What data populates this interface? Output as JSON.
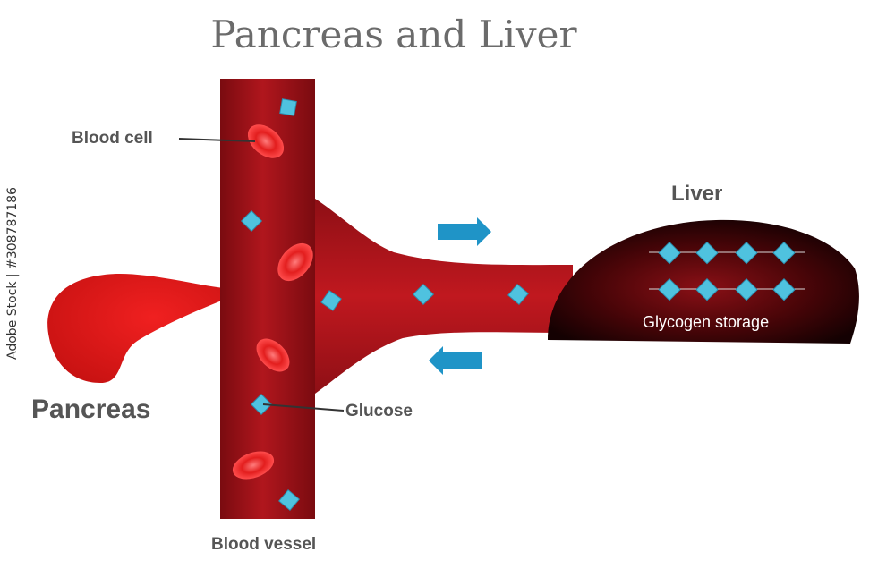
{
  "title": "Pancreas and Liver",
  "labels": {
    "blood_cell": "Blood cell",
    "glucose": "Glucose",
    "pancreas": "Pancreas",
    "blood_vessel": "Blood vessel",
    "liver": "Liver",
    "glycogen_storage": "Glycogen storage"
  },
  "watermark": "Adobe Stock | #308787186",
  "colors": {
    "vessel": "#a3121a",
    "vessel_dark": "#6e0b10",
    "pancreas": "#e01b1b",
    "liver_dark": "#1c0203",
    "liver_mid": "#7a0d12",
    "glucose": "#4fc2df",
    "arrow": "#1f94c7",
    "cell": "#ff3b3b"
  },
  "arrows": [
    {
      "direction": "right",
      "meaning": "toward liver"
    },
    {
      "direction": "left",
      "meaning": "toward blood vessel"
    }
  ]
}
